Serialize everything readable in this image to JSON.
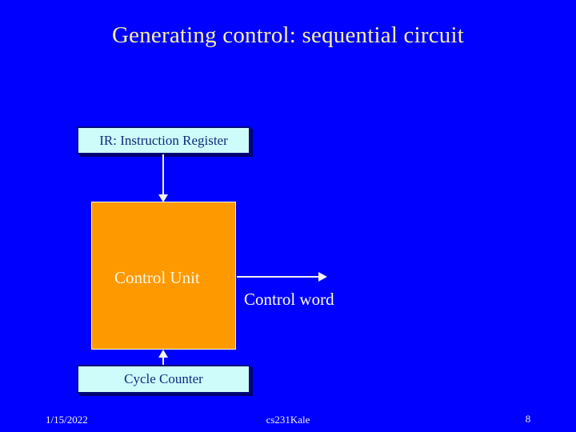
{
  "slide": {
    "title": "Generating control: sequential circuit",
    "background_color": "#0000ff",
    "title_color": "#f5f0a0"
  },
  "diagram": {
    "ir_box": {
      "label": "IR: Instruction Register",
      "fill_color": "#cdfcfb",
      "border_color": "#000a7a",
      "text_color": "#122a7d"
    },
    "control_unit_box": {
      "label": "Control Unit",
      "fill_color": "#ff9900",
      "border_color": "#fffbe8",
      "text_color": "#fdf6e0"
    },
    "cycle_counter_box": {
      "label": "Cycle Counter",
      "fill_color": "#cdfcfb",
      "border_color": "#000a7a",
      "text_color": "#122a7d"
    },
    "output_label": {
      "text": "Control word",
      "text_color": "#ffffff"
    },
    "connectors": {
      "ir_to_control_unit": "arrow-down",
      "cycle_counter_to_control_unit": "arrow-up",
      "control_unit_to_control_word": "arrow-right",
      "color": "#f2f2f2"
    }
  },
  "footer": {
    "date": "1/15/2022",
    "center": "cs231Kale",
    "page_number": "8",
    "text_color": "#eef0f5"
  }
}
